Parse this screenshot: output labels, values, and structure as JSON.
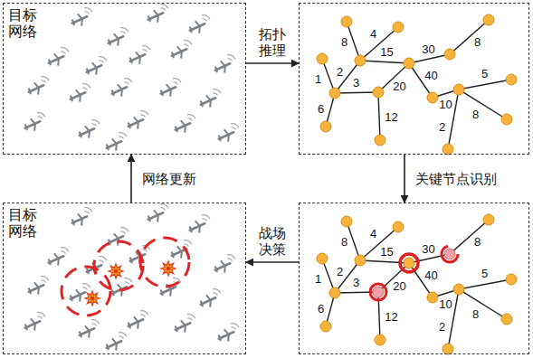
{
  "diagram": {
    "nodes": [
      {
        "text": [
          "目标网络"
        ]
      },
      {
        "text": [
          "8",
          "4",
          "30",
          "8",
          "2",
          "1",
          "15",
          "3",
          "20",
          "40",
          "10",
          "5",
          "6",
          "12",
          "8",
          "2"
        ]
      },
      {
        "text": [
          "8",
          "4",
          "30",
          "8",
          "2",
          "1",
          "15",
          "3",
          "20",
          "40",
          "10",
          "5",
          "6",
          "12",
          "8",
          "2"
        ]
      },
      {
        "text": [
          "目标网络"
        ]
      }
    ],
    "edges": [
      {
        "from": 0,
        "to": 1,
        "label": "拓扑推理",
        "arrow": "to"
      },
      {
        "from": 1,
        "to": 2,
        "label": "关键节点识别",
        "arrow": "to"
      },
      {
        "from": 2,
        "to": 3,
        "label": "战场决策",
        "arrow": "to"
      },
      {
        "from": 3,
        "to": 0,
        "label": "网络更新",
        "arrow": "to"
      }
    ]
  }
}
